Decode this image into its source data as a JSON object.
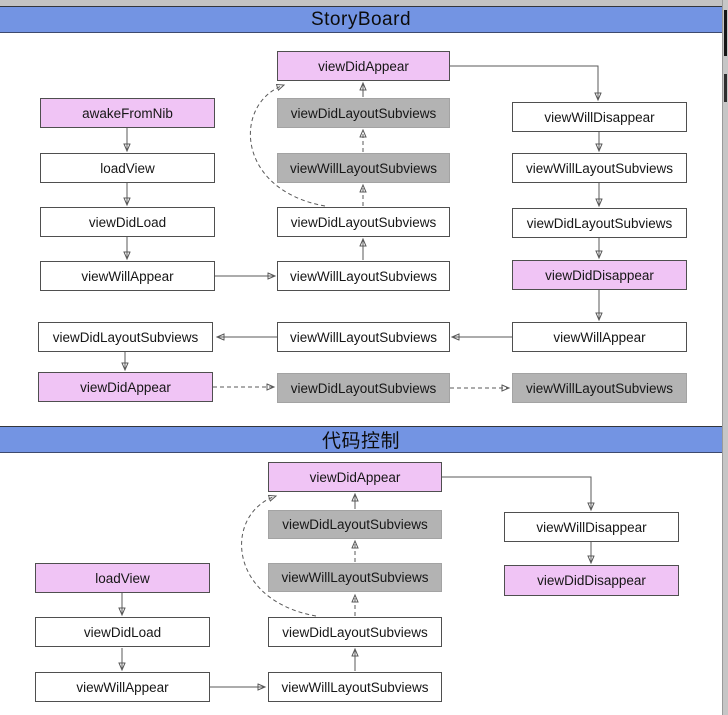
{
  "colors": {
    "header_bg": "#7394e3",
    "highlight_node_bg": "#f0c4f5",
    "gray_node_bg": "#b3b3b3",
    "plain_node_bg": "#ffffff",
    "node_border": "#4f4f4f",
    "connector": "#595959"
  },
  "sections": [
    {
      "title": "StoryBoard",
      "nodes": [
        {
          "label": "viewDidAppear",
          "style": "highlight"
        },
        {
          "label": "awakeFromNib",
          "style": "highlight"
        },
        {
          "label": "viewDidLayoutSubviews",
          "style": "gray"
        },
        {
          "label": "viewWillDisappear",
          "style": "plain"
        },
        {
          "label": "loadView",
          "style": "plain"
        },
        {
          "label": "viewWillLayoutSubviews",
          "style": "gray"
        },
        {
          "label": "viewWillLayoutSubviews",
          "style": "plain"
        },
        {
          "label": "viewDidLoad",
          "style": "plain"
        },
        {
          "label": "viewDidLayoutSubviews",
          "style": "plain"
        },
        {
          "label": "viewDidLayoutSubviews",
          "style": "plain"
        },
        {
          "label": "viewWillAppear",
          "style": "plain"
        },
        {
          "label": "viewWillLayoutSubviews",
          "style": "plain"
        },
        {
          "label": "viewDidDisappear",
          "style": "highlight"
        },
        {
          "label": "viewDidLayoutSubviews",
          "style": "plain"
        },
        {
          "label": "viewWillLayoutSubviews",
          "style": "plain"
        },
        {
          "label": "viewWillAppear",
          "style": "plain"
        },
        {
          "label": "viewDidAppear",
          "style": "highlight"
        },
        {
          "label": "viewDidLayoutSubviews",
          "style": "gray"
        },
        {
          "label": "viewWillLayoutSubviews",
          "style": "gray"
        }
      ]
    },
    {
      "title": "代码控制",
      "nodes": [
        {
          "label": "viewDidAppear",
          "style": "highlight"
        },
        {
          "label": "viewDidLayoutSubviews",
          "style": "gray"
        },
        {
          "label": "viewWillDisappear",
          "style": "plain"
        },
        {
          "label": "loadView",
          "style": "highlight"
        },
        {
          "label": "viewWillLayoutSubviews",
          "style": "gray"
        },
        {
          "label": "viewDidDisappear",
          "style": "highlight"
        },
        {
          "label": "viewDidLoad",
          "style": "plain"
        },
        {
          "label": "viewDidLayoutSubviews",
          "style": "plain"
        },
        {
          "label": "viewWillAppear",
          "style": "plain"
        },
        {
          "label": "viewWillLayoutSubviews",
          "style": "plain"
        }
      ]
    }
  ]
}
